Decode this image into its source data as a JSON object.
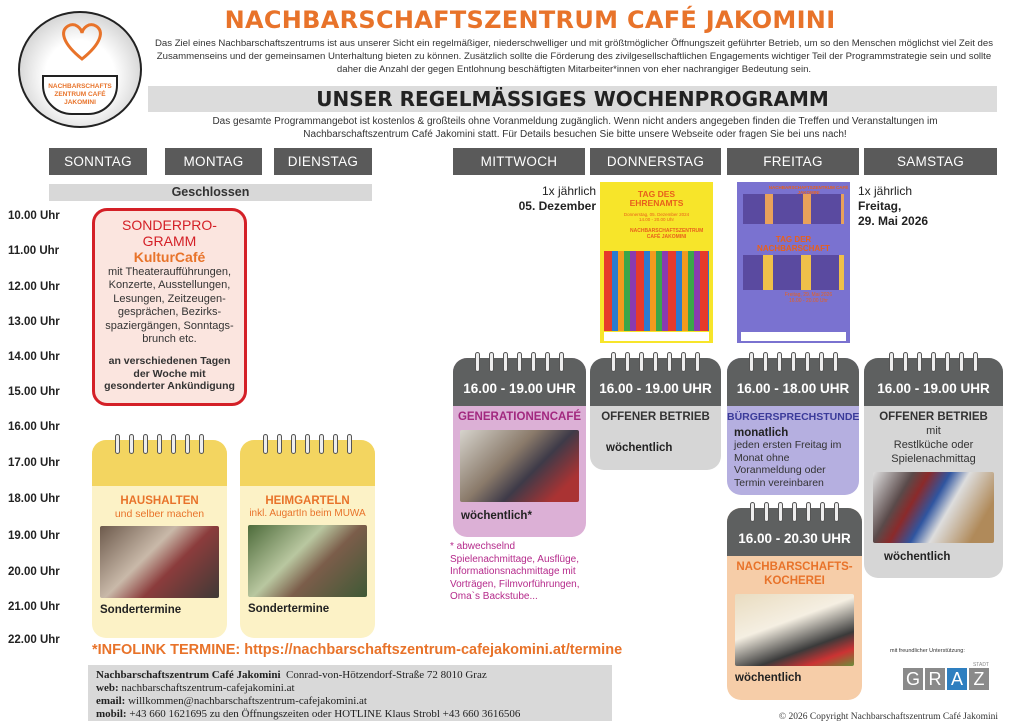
{
  "logo": {
    "text": "NACHBARSCHAFTS ZENTRUM CAFÉ JAKOMINI"
  },
  "title": "NACHBARSCHAFTSZENTRUM CAFÉ JAKOMINI",
  "intro": "Das Ziel eines Nachbarschaftszentrums ist aus unserer Sicht ein regelmäßiger, niederschwelliger und mit größtmöglicher Öffnungszeit geführter Betrieb, um so den Menschen möglichst viel Zeit des Zusammenseins und der gemeinsamen Unterhaltung bieten zu können. Zusätzlich sollte die Förderung des zivilgesellschaftlichen Engagements wichtiger Teil der Programmstrategie sein und sollte daher die Anzahl der gegen Entlohnung beschäftigten Mitarbeiter*innen von eher nachrangiger Bedeutung sein.",
  "program_heading": "UNSER REGELMÄSSIGES WOCHENPROGRAMM",
  "program_sub": "Das gesamte Programmangebot  ist kostenlos & großteils ohne Voranmeldung zugänglich. Wenn nicht anders angegeben finden die Treffen und Veranstaltungen im Nachbarschaftszentrum Café Jakomini statt. Für  Details besuchen Sie bitte unsere Webseite oder fragen Sie bei uns nach!",
  "days": [
    "SONNTAG",
    "MONTAG",
    "DIENSTAG",
    "MITTWOCH",
    "DONNERSTAG",
    "FREITAG",
    "SAMSTAG"
  ],
  "closed": "Geschlossen",
  "times": [
    "10.00 Uhr",
    "11.00 Uhr",
    "12.00 Uhr",
    "13.00 Uhr",
    "14.00 Uhr",
    "15.00 Uhr",
    "16.00 Uhr",
    "17.00 Uhr",
    "18.00 Uhr",
    "19.00 Uhr",
    "20.00 Uhr",
    "21.00 Uhr",
    "22.00 Uhr"
  ],
  "sonder": {
    "h1": "SONDERPRO-",
    "h2": "GRAMM",
    "k": "KulturCafé",
    "lines": [
      "mit Theateraufführungen,",
      "Konzerte, Ausstellungen,",
      "Lesungen, Zeitzeugen-",
      "gesprächen, Bezirks-",
      "spaziergängen, Sonntags-",
      "brunch etc."
    ],
    "b": [
      "an verschiedenen Tagen",
      "der Woche mit",
      "gesonderter Ankündigung"
    ]
  },
  "haushalten": {
    "title": "HAUSHALTEN",
    "sub": "und selber machen",
    "foot": "Sondertermine"
  },
  "heimgarteln": {
    "title": "HEIMGARTELN",
    "sub": "inkl. AugartIn beim MUWA",
    "foot": "Sondertermine"
  },
  "mittwoch": {
    "time": "16.00 - 19.00 UHR",
    "title": "GENERATIONENCAFÉ",
    "foot": "wöchentlich*",
    "note": "* abwechselnd Spielenachmittage, Ausflüge, Informationsnachmittage mit Vorträgen, Filmvorführungen, Oma`s Backstube..."
  },
  "donnerstag": {
    "time": "16.00 - 19.00 UHR",
    "title": "OFFENER BETRIEB",
    "foot": "wöchentlich"
  },
  "freitag1": {
    "time": "16.00 - 18.00 UHR",
    "title": "BÜRGERSPRECHSTUNDE",
    "b": "monatlich",
    "t": "jeden ersten Freitag im Monat ohne Voranmeldung oder Termin vereinbaren"
  },
  "freitag2": {
    "time": "16.00 - 20.30 UHR",
    "title1": "NACHBARSCHAFTS-",
    "title2": "KOCHEREI",
    "foot": "wöchentlich"
  },
  "samstag": {
    "time": "16.00 - 19.00 UHR",
    "title": "OFFENER BETRIEB",
    "l1": "mit",
    "l2": "Restlküche oder",
    "l3": "Spielenachmittag",
    "foot": "wöchentlich"
  },
  "annual1": {
    "l1": "1x jährlich",
    "l2": "05. Dezember"
  },
  "annual2": {
    "l1": "1x jährlich",
    "l2": "Freitag,",
    "l3": "29. Mai 2026"
  },
  "poster1": {
    "title": "TAG DES EHRENAMTS",
    "date": "Donnerstag, 05. Dezember 2024",
    "time": "14.00 - 20.00 Uhr",
    "org": "NACHBARSCHAFTSZENTRUM CAFÉ JAKOMINI"
  },
  "poster2": {
    "org": "NACHBARSCHAFTSZENTRUM CAFÉ JAKOMINI",
    "title": "TAG DER NACHBARSCHAFT",
    "date": "Freitag, 29. Mai 2026",
    "time": "16.00 - 20.00 Uhr"
  },
  "infolink": "*INFOLINK TERMINE: https://nachbarschaftszentrum-cafejakomini.at/termine",
  "address": {
    "name": "Nachbarschaftszentrum Café Jakomini",
    "street": "Conrad-von-Hötzendorf-Straße 72  8010 Graz",
    "web_label": "web:",
    "web": "nachbarschaftszentrum-cafejakomini.at",
    "email_label": "email:",
    "email": "willkommen@nachbarschaftszentrum-cafejakomini.at",
    "mobil_label": "mobil:",
    "mobil": "+43 660 1621695 zu den Öffnungszeiten oder HOTLINE Klaus Strobl +43 660 3616506"
  },
  "support": "mit freundlicher Unterstützung:",
  "graz": {
    "stadt": "STADT",
    "letters": [
      "G",
      "R",
      "A",
      "Z"
    ]
  },
  "copyright": "© 2026 Copyright Nachbarschaftszentrum Café Jakomini"
}
